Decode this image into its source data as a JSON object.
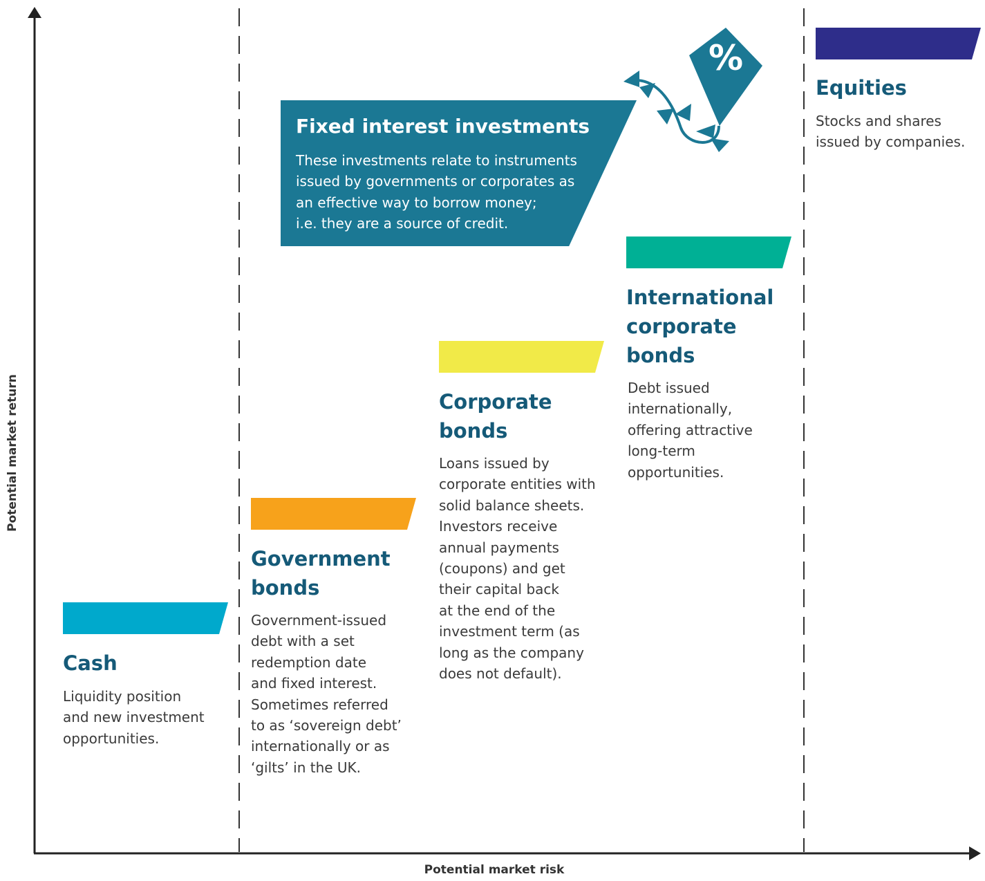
{
  "axes": {
    "y_label": "Potential market return",
    "x_label": "Potential market risk"
  },
  "fixed_interest": {
    "title": "Fixed interest investments",
    "description": "These investments relate to instruments\nissued by governments or corporates as\nan effective way to borrow money;\ni.e. they are a source of credit."
  },
  "kite": {
    "symbol": "%"
  },
  "categories": [
    {
      "key": "cash",
      "title": "Cash",
      "description": "Liquidity position\nand new investment\nopportunities.",
      "color": "#00a9cc"
    },
    {
      "key": "government",
      "title": "Government\nbonds",
      "description": "Government-issued\ndebt with a set\nredemption date\nand fixed interest.\nSometimes referred\nto as ‘sovereign debt’\ninternationally or as\n‘gilts’ in the UK.",
      "color": "#f7a21b"
    },
    {
      "key": "corporate",
      "title": "Corporate\nbonds",
      "description": "Loans issued by\ncorporate entities with\nsolid balance sheets.\nInvestors receive\nannual payments\n(coupons) and get\ntheir capital back\nat the end of the\ninvestment term (as\nlong as the company\ndoes not default).",
      "color": "#f1ea48"
    },
    {
      "key": "international",
      "title": "International\ncorporate\nbonds",
      "description": "Debt issued\ninternationally,\noffering attractive\nlong-term\nopportunities.",
      "color": "#00b095"
    },
    {
      "key": "equities",
      "title": "Equities",
      "description": "Stocks and shares\nissued by companies.",
      "color": "#2e2d8a"
    }
  ],
  "colors": {
    "title_text": "#155a78",
    "fixed_box": "#1b7894",
    "axis": "#222222"
  }
}
